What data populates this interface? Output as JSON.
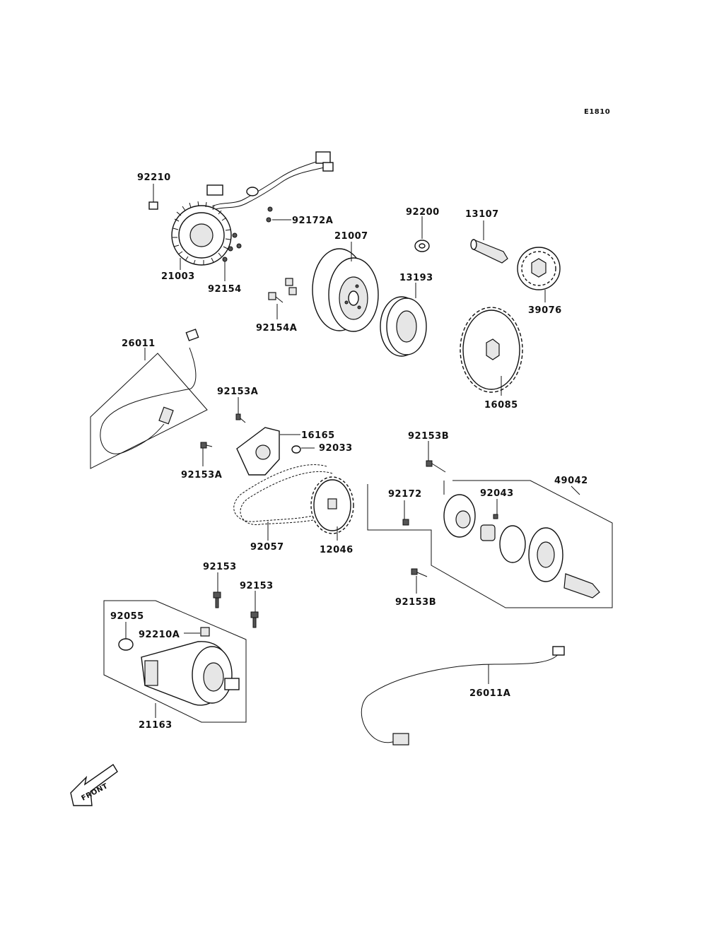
{
  "diagram": {
    "code": "E1810",
    "front_label": "FRONT",
    "part_numbers": {
      "p92210": "92210",
      "p21003": "21003",
      "p92172A": "92172A",
      "p92154": "92154",
      "p21007": "21007",
      "p92154A": "92154A",
      "p92200": "92200",
      "p13107": "13107",
      "p13193": "13193",
      "p39076": "39076",
      "p16085": "16085",
      "p26011": "26011",
      "p92153A_top": "92153A",
      "p16165": "16165",
      "p92033": "92033",
      "p92153A_bottom": "92153A",
      "p92057": "92057",
      "p12046": "12046",
      "p92153B_top": "92153B",
      "p49042": "49042",
      "p92172": "92172",
      "p92043": "92043",
      "p92153B_bottom": "92153B",
      "p92153_left": "92153",
      "p92153_right": "92153",
      "p92055": "92055",
      "p92210A": "92210A",
      "p21163": "21163",
      "p26011A": "26011A"
    }
  }
}
